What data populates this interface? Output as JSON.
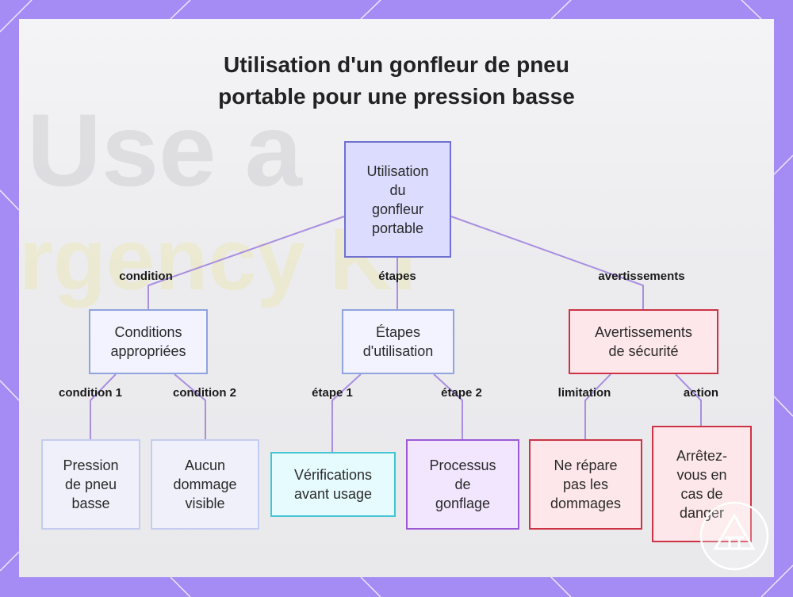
{
  "title": [
    "Utilisation d'un gonfleur de pneu",
    "portable pour une pression basse"
  ],
  "background_text": [
    "Use a",
    "rgency Ki"
  ],
  "colors": {
    "frame": "#a58cf5",
    "edge": "#a98ee0",
    "blue_fill": "#dcdcff",
    "blue_border": "#7070d0",
    "light_fill": "#f3f3ff",
    "light_border": "#8fa3de",
    "red_fill": "#fde7ea",
    "red_border": "#cc3344",
    "cyan_fill": "#e6fbfe",
    "cyan_border": "#44c4d4",
    "purple_fill": "#f2e6ff",
    "purple_border": "#9b59d6",
    "pale_fill": "#f0f0fa",
    "pale_border": "#c4cdf1"
  },
  "nodes": {
    "root": "Utilisation\ndu\ngonfleur\nportable",
    "conditions": "Conditions\nappropriées",
    "etapes": "Étapes\nd'utilisation",
    "avertissements": "Avertissements\nde sécurité",
    "pression": "Pression\nde pneu\nbasse",
    "dommage": "Aucun\ndommage\nvisible",
    "verifications": "Vérifications\navant usage",
    "processus": "Processus\nde\ngonflage",
    "repare": "Ne répare\npas les\ndommages",
    "arretez": "Arrêtez-\nvous en\ncas de\ndanger"
  },
  "edge_labels": {
    "condition": "condition",
    "etapes": "étapes",
    "avertissements": "avertissements",
    "condition1": "condition 1",
    "condition2": "condition 2",
    "etape1": "étape 1",
    "etape2": "étape 2",
    "limitation": "limitation",
    "action": "action"
  },
  "badge_icon": "triangle-logo-icon"
}
